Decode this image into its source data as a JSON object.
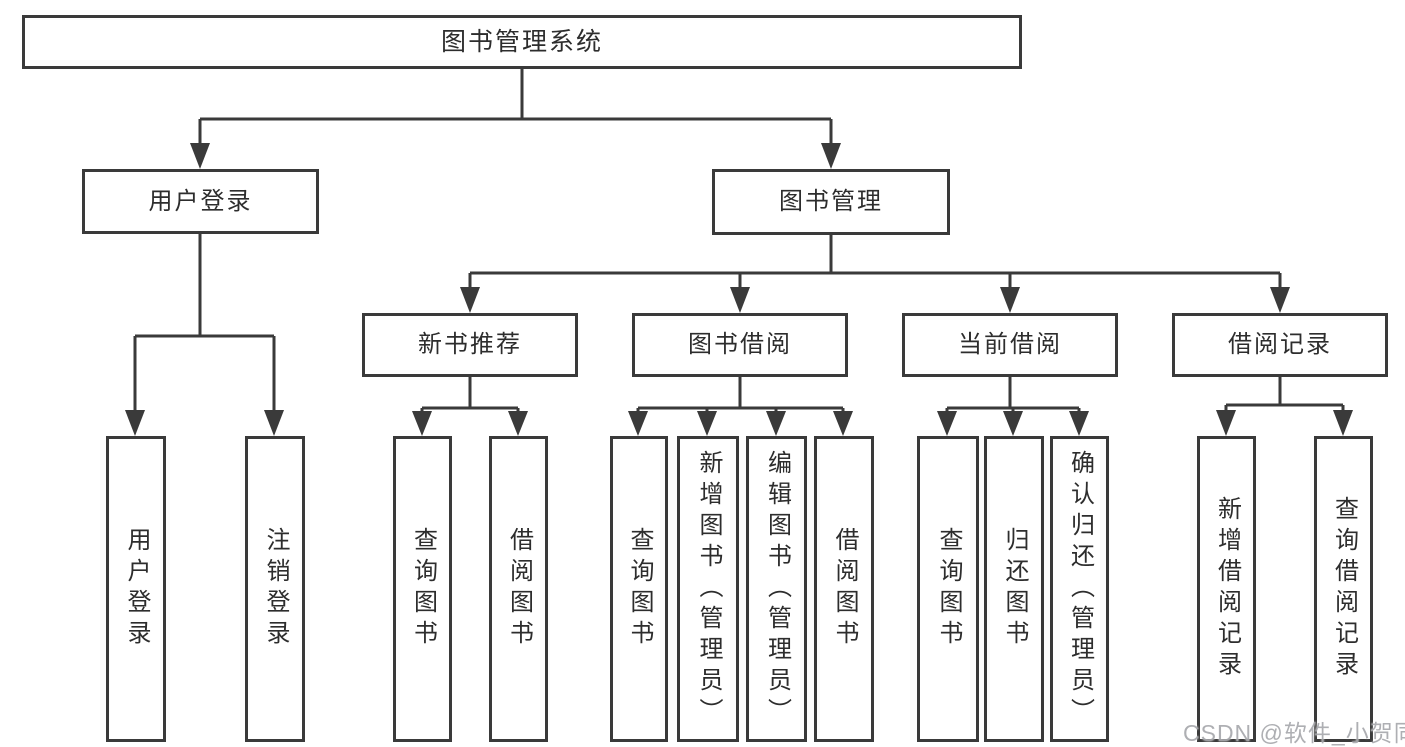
{
  "diagram_title": "图书管理系统",
  "nodes": {
    "root": "图书管理系统",
    "user_login": "用户登录",
    "book_mgmt": "图书管理",
    "new_book_rec": "新书推荐",
    "book_borrow": "图书借阅",
    "current_borrow": "当前借阅",
    "borrow_records": "借阅记录",
    "leaf_user_login": "用户登录",
    "leaf_logout": "注销登录",
    "rec_query_book": "查询图书",
    "rec_borrow_book": "借阅图书",
    "bb_query_book": "查询图书",
    "bb_add_book": "新增图书（管理员）",
    "bb_edit_book": "编辑图书（管理员）",
    "bb_borrow_book": "借阅图书",
    "cb_query_book": "查询图书",
    "cb_return_book": "归还图书",
    "cb_confirm_return": "确认归还（管理员）",
    "br_add_record": "新增借阅记录",
    "br_query_record": "查询借阅记录"
  },
  "watermark": "CSDN @软件_小贺同学",
  "colors": {
    "line": "#3a3a3a",
    "text": "#2d2d2d",
    "background": "#ffffff",
    "watermark": "#a8a9ad"
  }
}
